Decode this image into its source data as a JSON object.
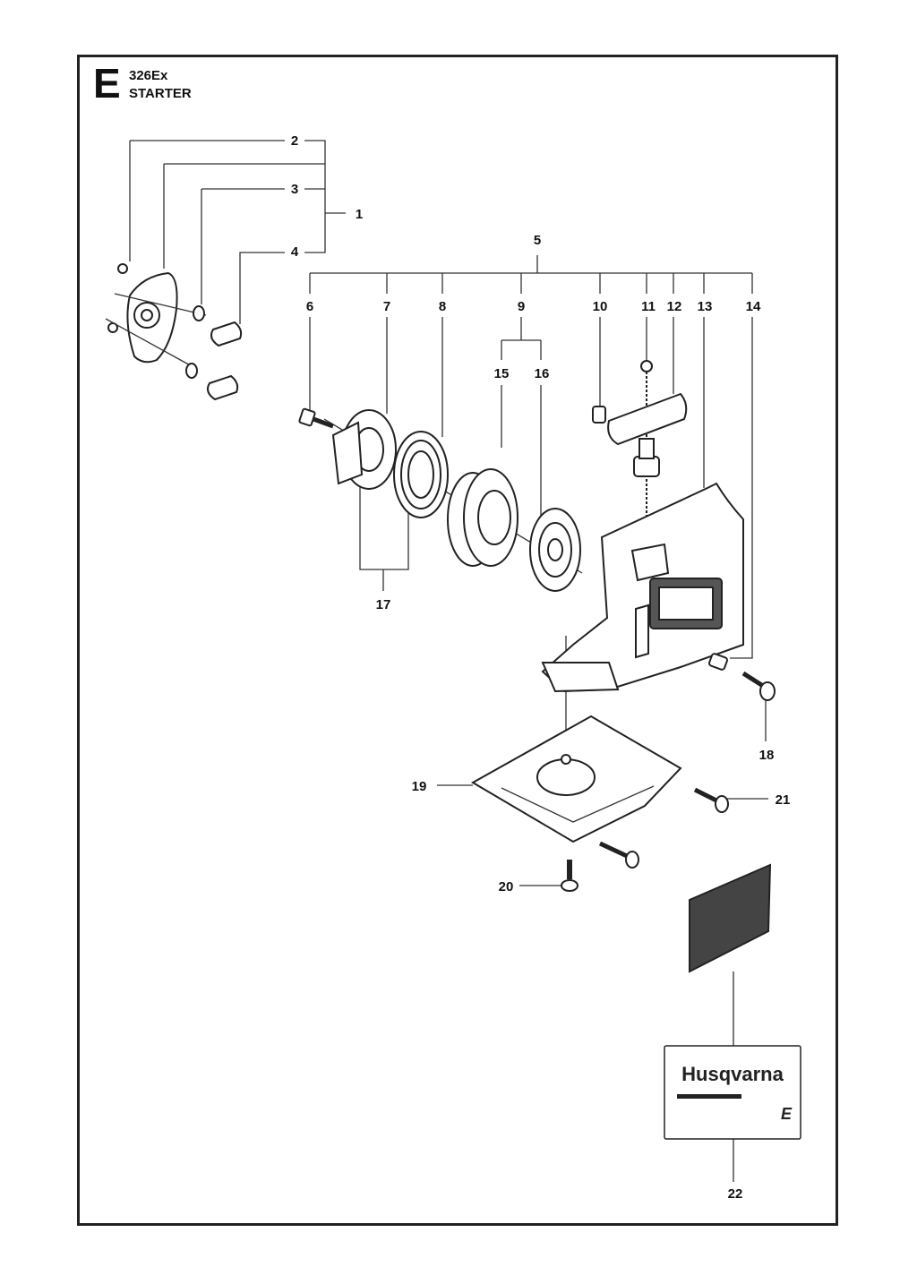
{
  "header": {
    "section_letter": "E",
    "model": "326Ex",
    "title": "STARTER"
  },
  "callouts": [
    "1",
    "2",
    "3",
    "4",
    "5",
    "6",
    "7",
    "8",
    "9",
    "10",
    "11",
    "12",
    "13",
    "14",
    "15",
    "16",
    "17",
    "18",
    "19",
    "20",
    "21",
    "22"
  ],
  "decal": {
    "brand": "Husqvarna",
    "mark": "E"
  }
}
